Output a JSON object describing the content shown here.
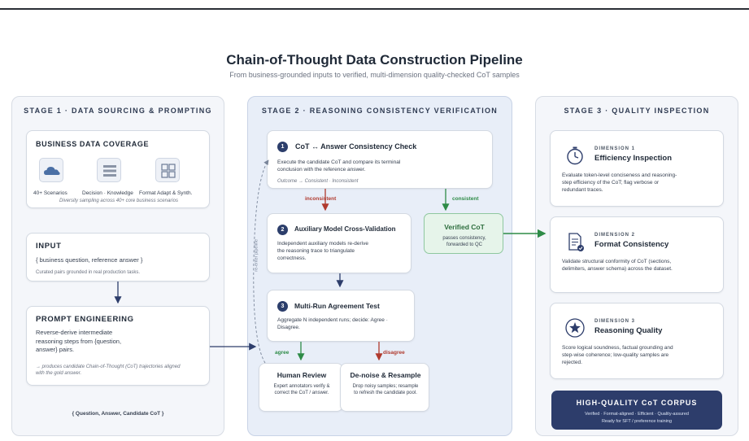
{
  "header": {
    "title": "Chain-of-Thought Data Construction Pipeline",
    "subtitle": "From business-grounded inputs to verified, multi-dimension quality-checked CoT samples"
  },
  "stage1": {
    "title": "STAGE 1 · DATA SOURCING & PROMPTING",
    "coverage": {
      "title": "BUSINESS DATA COVERAGE",
      "icons": [
        {
          "icon": "cloud-icon",
          "label": "40+ Scenarios"
        },
        {
          "icon": "list-icon",
          "label": "Decision · Knowledge"
        },
        {
          "icon": "grid-icon",
          "label": "Format Adapt & Synth."
        }
      ],
      "note": "Diversity sampling across 40+ core business scenarios"
    },
    "input": {
      "title": "INPUT",
      "body": "{ business question, reference answer }",
      "note": "Curated pairs grounded in real production tasks."
    },
    "prompt": {
      "title": "PROMPT ENGINEERING",
      "body": "Reverse-derive intermediate reasoning steps from {question, answer} pairs.",
      "note": "→ produces candidate Chain-of-Thought (CoT) trajectories aligned with the gold answer."
    },
    "footer": "{ Question, Answer, Candidate CoT }"
  },
  "stage2": {
    "title": "STAGE 2 · REASONING CONSISTENCY VERIFICATION",
    "re_enter": "re-enter pipeline",
    "step1": {
      "num": "1",
      "title": "CoT ↔ Answer Consistency Check",
      "body": "Execute the candidate CoT and compare its terminal conclusion with the reference answer.",
      "note": "Outcome → Consistent · Inconsistent"
    },
    "inconsistent": "inconsistent",
    "consistent": "consistent",
    "verified": {
      "title": "Verified CoT",
      "body": "passes consistency, forwarded to QC"
    },
    "step2": {
      "num": "2",
      "title": "Auxiliary Model Cross-Validation",
      "body": "Independent auxiliary models re-derive the reasoning trace to triangulate correctness."
    },
    "step3": {
      "num": "3",
      "title": "Multi-Run Agreement Test",
      "body": "Aggregate N independent runs; decide: Agree · Disagree."
    },
    "agree": "agree",
    "disagree": "disagree",
    "human": {
      "title": "Human Review",
      "body": "Expert annotators verify & correct the CoT / answer."
    },
    "denoise": {
      "title": "De-noise & Resample",
      "body": "Drop noisy samples; resample to refresh the candidate pool."
    }
  },
  "stage3": {
    "title": "STAGE 3 · QUALITY INSPECTION",
    "dims": [
      {
        "tag": "DIMENSION 1",
        "title": "Efficiency Inspection",
        "icon": "stopwatch-icon",
        "body": "Evaluate token-level conciseness and reasoning-step efficiency of the CoT; flag verbose or redundant traces."
      },
      {
        "tag": "DIMENSION 2",
        "title": "Format Consistency",
        "icon": "document-check-icon",
        "body": "Validate structural conformity of CoT (sections, delimiters, answer schema) across the dataset."
      },
      {
        "tag": "DIMENSION 3",
        "title": "Reasoning Quality",
        "icon": "star-icon",
        "body": "Score logical soundness, factual grounding and step-wise coherence; low-quality samples are rejected."
      }
    ],
    "corpus": {
      "title": "HIGH-QUALITY CoT CORPUS",
      "line1": "Verified · Format-aligned · Efficient · Quality-assured",
      "line2": "Ready for SFT / preference training"
    }
  },
  "colors": {
    "navy": "#2d3d6b",
    "red": "#b03a2e",
    "green": "#2e8b47"
  }
}
